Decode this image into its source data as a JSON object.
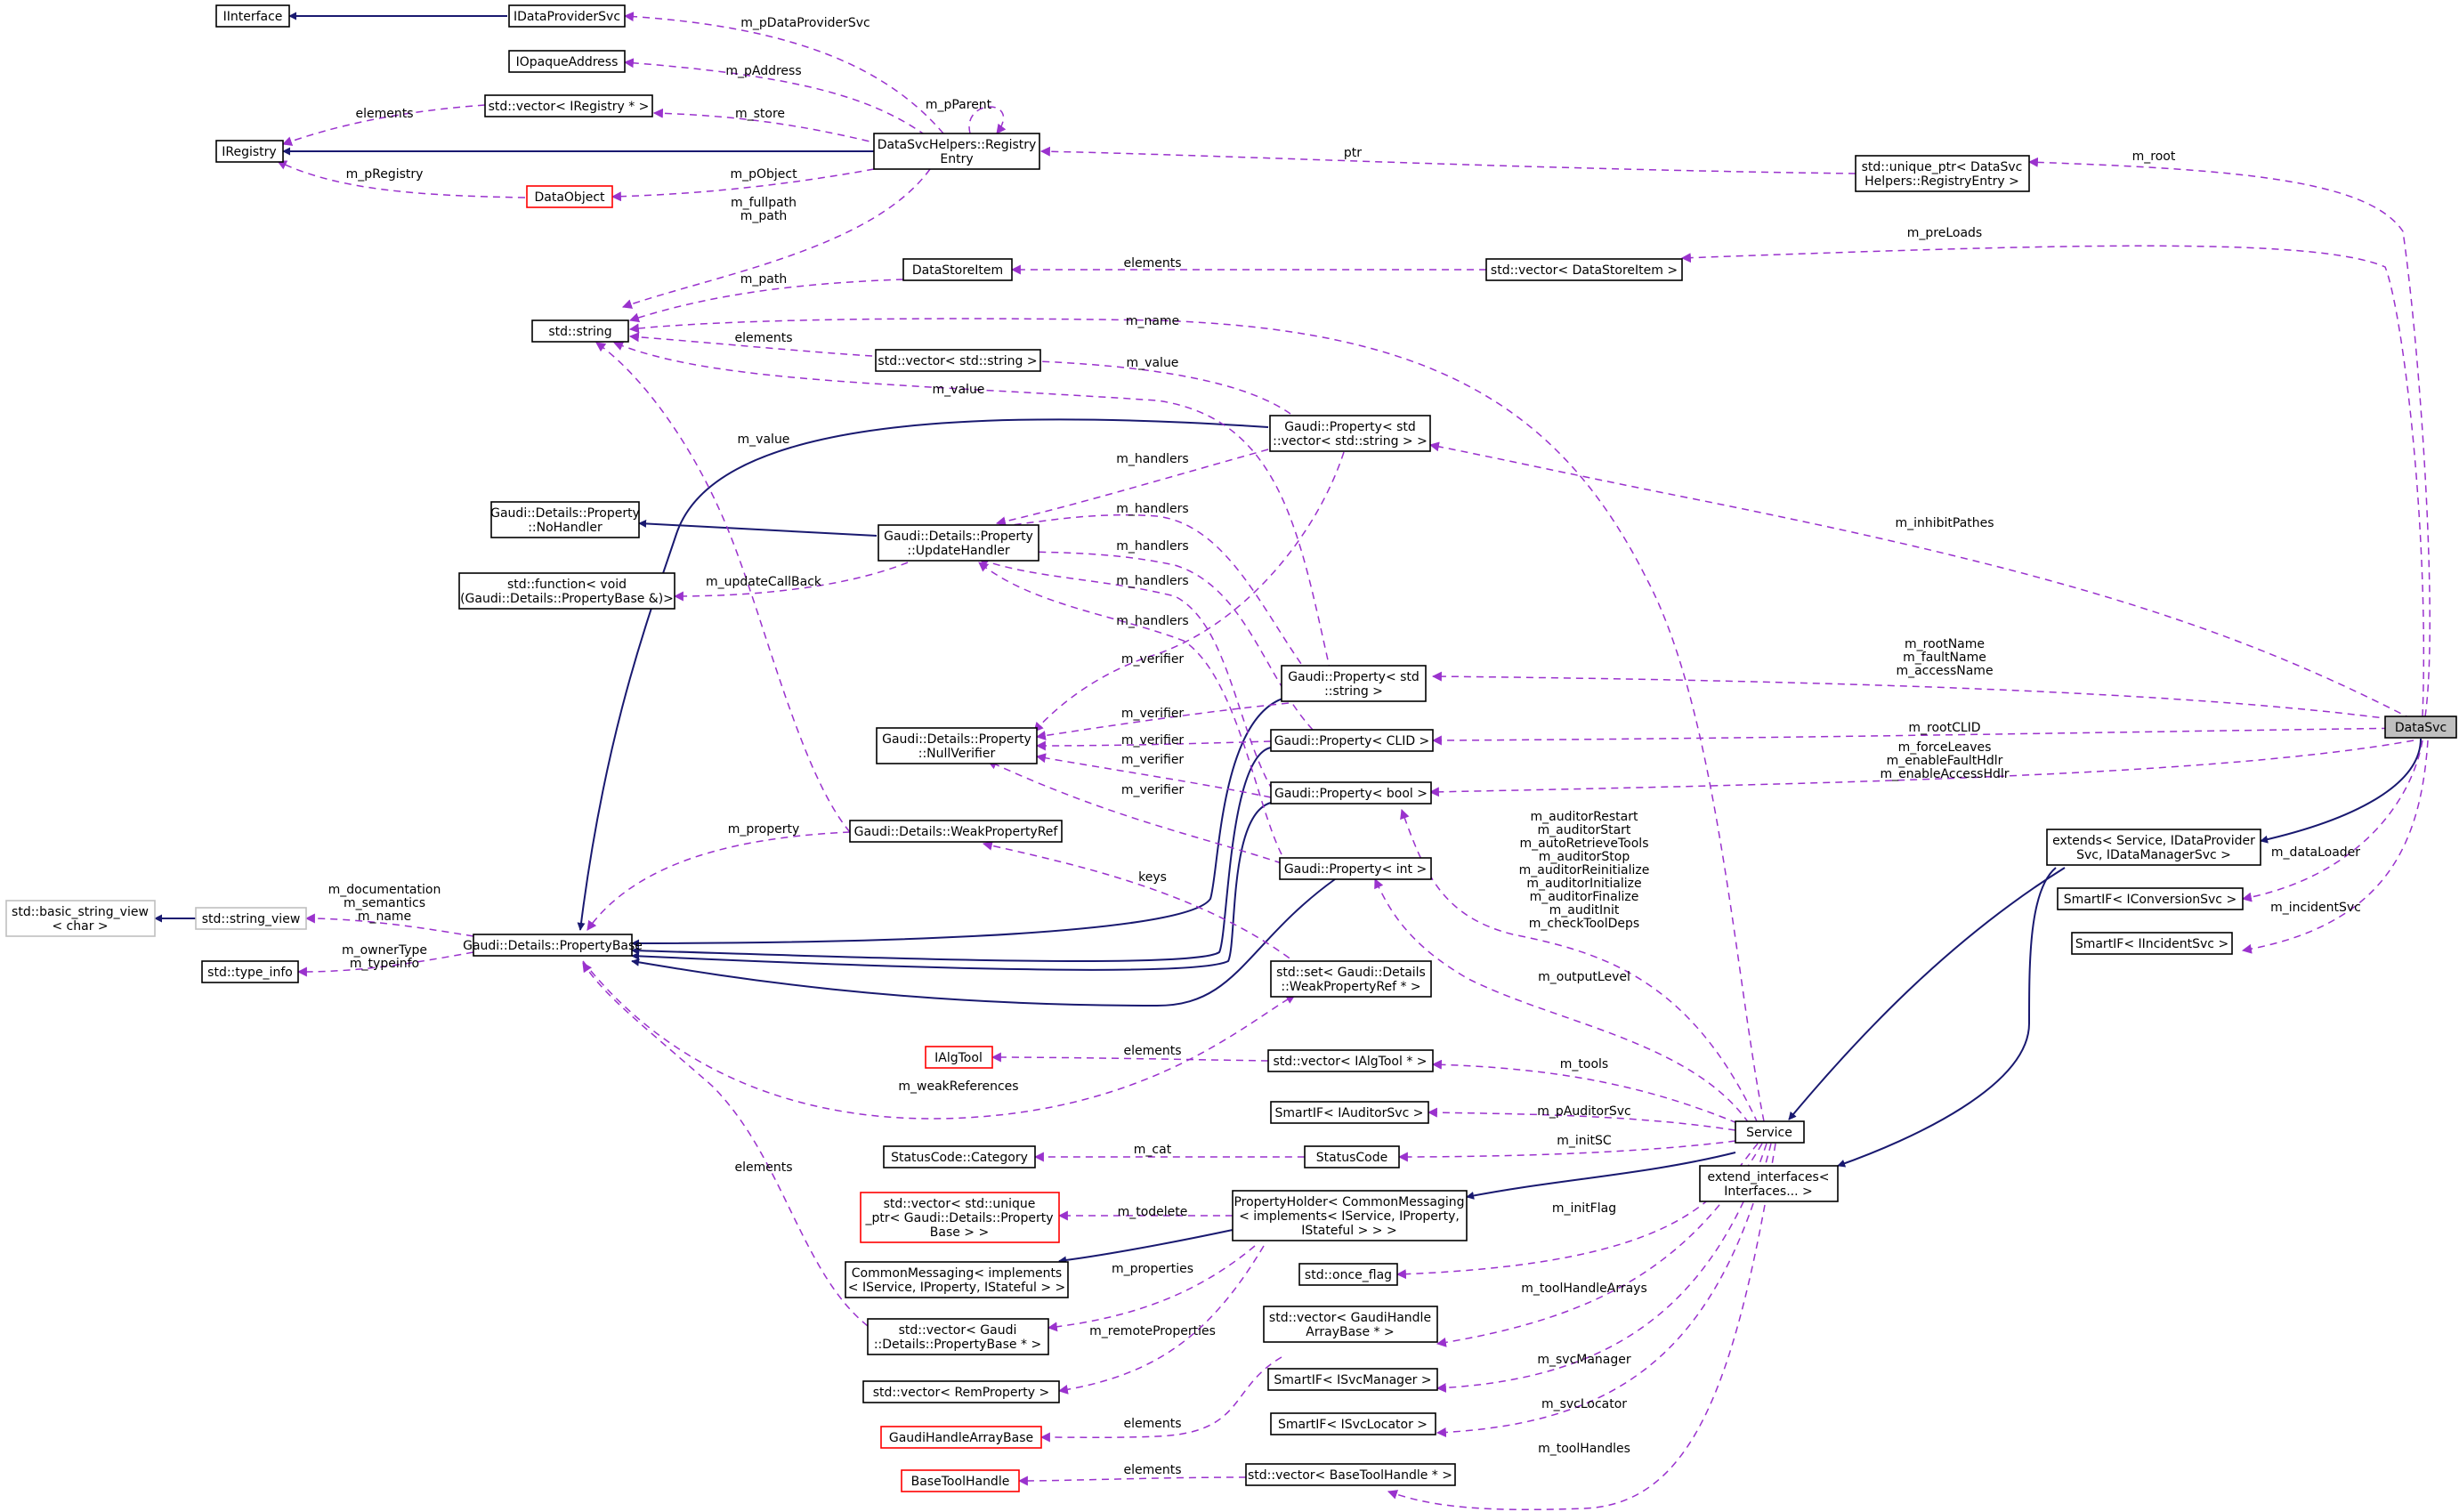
{
  "colors": {
    "inheritance": "#191970",
    "usage": "#9a32cd",
    "red_node": "#ff0000",
    "gray_node": "#bfbfbf",
    "selected_fill": "#bfbfbf"
  },
  "nodes": {
    "iinterface": [
      "IInterface"
    ],
    "idataprovidersvc": [
      "IDataProviderSvc"
    ],
    "iopaqueaddress": [
      "IOpaqueAddress"
    ],
    "vector_iregistry": [
      "std::vector< IRegistry * >"
    ],
    "iregistry": [
      "IRegistry"
    ],
    "registryentry": [
      "DataSvcHelpers::Registry",
      "Entry"
    ],
    "dataobject": [
      "DataObject"
    ],
    "unique_ptr": [
      "std::unique_ptr< DataSvc",
      "Helpers::RegistryEntry >"
    ],
    "datastoreitem": [
      "DataStoreItem"
    ],
    "vector_datastoreitem": [
      "std::vector< DataStoreItem >"
    ],
    "std_string": [
      "std::string"
    ],
    "vector_string": [
      "std::vector< std::string >"
    ],
    "prop_vector_string": [
      "Gaudi::Property< std",
      "::vector< std::string > >"
    ],
    "nohandler": [
      "Gaudi::Details::Property",
      "::NoHandler"
    ],
    "updatehandler": [
      "Gaudi::Details::Property",
      "::UpdateHandler"
    ],
    "std_function": [
      "std::function< void",
      "(Gaudi::Details::PropertyBase &)>"
    ],
    "prop_string": [
      "Gaudi::Property< std",
      "::string >"
    ],
    "nullverifier": [
      "Gaudi::Details::Property",
      "::NullVerifier"
    ],
    "prop_clid": [
      "Gaudi::Property< CLID >"
    ],
    "prop_bool": [
      "Gaudi::Property< bool >"
    ],
    "weakpropertyref": [
      "Gaudi::Details::WeakPropertyRef"
    ],
    "prop_int": [
      "Gaudi::Property< int >"
    ],
    "basic_string_view": [
      "std::basic_string_view",
      "< char >"
    ],
    "string_view": [
      "std::string_view"
    ],
    "propertybase": [
      "Gaudi::Details::PropertyBase"
    ],
    "type_info": [
      "std::type_info"
    ],
    "set_weakref": [
      "std::set< Gaudi::Details",
      "::WeakPropertyRef * >"
    ],
    "ialgtool": [
      "IAlgTool"
    ],
    "vector_ialgtool": [
      "std::vector< IAlgTool * >"
    ],
    "smartif_auditor": [
      "SmartIF< IAuditorSvc >"
    ],
    "service": [
      "Service"
    ],
    "statuscode_category": [
      "StatusCode::Category"
    ],
    "statuscode": [
      "StatusCode"
    ],
    "vector_unique_ptr": [
      "std::vector< std::unique",
      "_ptr< Gaudi::Details::Property",
      "Base > >"
    ],
    "propertyholder": [
      "PropertyHolder< CommonMessaging",
      "< implements< IService, IProperty,",
      "IStateful > > >"
    ],
    "commonmessaging": [
      "CommonMessaging< implements",
      "< IService, IProperty, IStateful > >"
    ],
    "vector_propertybase": [
      "std::vector< Gaudi",
      "::Details::PropertyBase * >"
    ],
    "once_flag": [
      "std::once_flag"
    ],
    "vector_handlearray": [
      "std::vector< GaudiHandle",
      "ArrayBase * >"
    ],
    "vector_remproperty": [
      "std::vector< RemProperty >"
    ],
    "smartif_svcmanager": [
      "SmartIF< ISvcManager >"
    ],
    "gaudihandlearraybase": [
      "GaudiHandleArrayBase"
    ],
    "smartif_svclocator": [
      "SmartIF< ISvcLocator >"
    ],
    "basetoolhandle": [
      "BaseToolHandle"
    ],
    "vector_basetoolhandle": [
      "std::vector< BaseToolHandle * >"
    ],
    "extend_interfaces": [
      "extend_interfaces<",
      "Interfaces... >"
    ],
    "extends": [
      "extends< Service, IDataProvider",
      "Svc, IDataManagerSvc >"
    ],
    "smartif_conversion": [
      "SmartIF< IConversionSvc >"
    ],
    "smartif_incident": [
      "SmartIF< IIncidentSvc >"
    ],
    "datasvc": [
      "DataSvc"
    ]
  },
  "edge_labels": {
    "m_pdataprovidersvc": [
      "m_pDataProviderSvc"
    ],
    "m_paddress": [
      "m_pAddress"
    ],
    "m_pparent": [
      "m_pParent"
    ],
    "elements_iregistry": [
      "elements"
    ],
    "m_store": [
      "m_store"
    ],
    "m_pobject": [
      "m_pObject"
    ],
    "m_pregistry": [
      "m_pRegistry"
    ],
    "m_fullpath": [
      "m_fullpath",
      "m_path"
    ],
    "ptr": [
      "ptr"
    ],
    "m_root": [
      "m_root"
    ],
    "elements_datastoreitem": [
      "elements"
    ],
    "m_preloads": [
      "m_preLoads"
    ],
    "m_path_item": [
      "m_path"
    ],
    "m_name": [
      "m_name"
    ],
    "elements_string": [
      "elements"
    ],
    "m_value_vec": [
      "m_value"
    ],
    "m_value_prop": [
      "m_value"
    ],
    "m_value_weak": [
      "m_value"
    ],
    "m_handlers_1": [
      "m_handlers"
    ],
    "m_handlers_2": [
      "m_handlers"
    ],
    "m_handlers_3": [
      "m_handlers"
    ],
    "m_handlers_4": [
      "m_handlers"
    ],
    "m_handlers_5": [
      "m_handlers"
    ],
    "m_inhibitpathes": [
      "m_inhibitPathes"
    ],
    "m_updatecallback": [
      "m_updateCallBack"
    ],
    "m_verifier_1": [
      "m_verifier"
    ],
    "m_verifier_2": [
      "m_verifier"
    ],
    "m_verifier_3": [
      "m_verifier"
    ],
    "m_verifier_4": [
      "m_verifier"
    ],
    "m_rootname": [
      "m_rootName",
      "m_faultName",
      "m_accessName"
    ],
    "m_rootclid": [
      "m_rootCLID"
    ],
    "m_forceleaves": [
      "m_forceLeaves",
      "m_enableFaultHdlr",
      "m_enableAccessHdlr"
    ],
    "m_property": [
      "m_property"
    ],
    "m_auditor": [
      "m_auditorRestart",
      "m_auditorStart",
      "m_autoRetrieveTools",
      "m_auditorStop",
      "m_auditorReinitialize",
      "m_auditorInitialize",
      "m_auditorFinalize",
      "m_auditInit",
      "m_checkToolDeps"
    ],
    "keys": [
      "keys"
    ],
    "m_documentation": [
      "m_documentation",
      "m_semantics",
      "m_name"
    ],
    "m_ownertype": [
      "m_ownerType",
      "m_typeinfo"
    ],
    "m_outputlevel": [
      "m_outputLevel"
    ],
    "m_dataloader": [
      "m_dataLoader"
    ],
    "m_incidentsvc": [
      "m_incidentSvc"
    ],
    "elements_ialgtool": [
      "elements"
    ],
    "m_weakreferences": [
      "m_weakReferences"
    ],
    "m_tools": [
      "m_tools"
    ],
    "m_pauditorsvc": [
      "m_pAuditorSvc"
    ],
    "m_initsc": [
      "m_initSC"
    ],
    "elements_pb": [
      "elements"
    ],
    "m_cat": [
      "m_cat"
    ],
    "m_initflag": [
      "m_initFlag"
    ],
    "m_todelete": [
      "m_todelete"
    ],
    "m_properties": [
      "m_properties"
    ],
    "m_toolhandlearrays": [
      "m_toolHandleArrays"
    ],
    "m_remoteproperties": [
      "m_remoteProperties"
    ],
    "m_svcmanager": [
      "m_svcManager"
    ],
    "m_svclocator": [
      "m_svcLocator"
    ],
    "elements_gha": [
      "elements"
    ],
    "elements_bth": [
      "elements"
    ],
    "m_toolhandles": [
      "m_toolHandles"
    ]
  }
}
